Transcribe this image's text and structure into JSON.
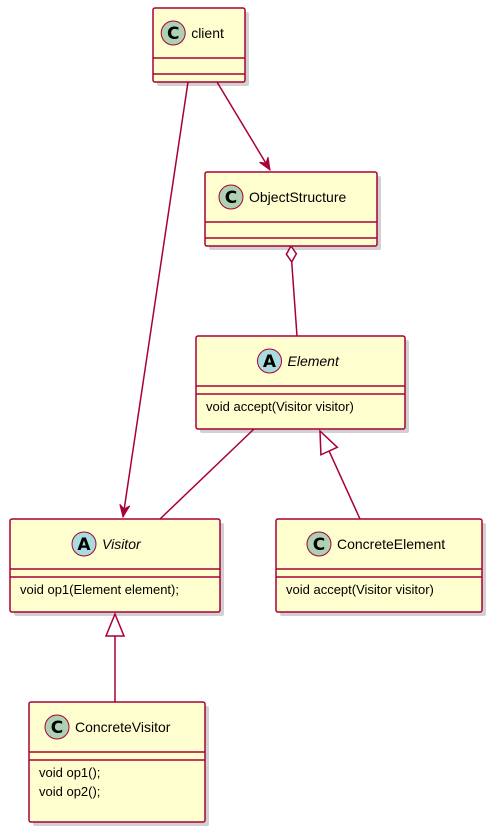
{
  "diagram": {
    "classes": {
      "client": {
        "kind": "C",
        "name": "client",
        "abstract": false,
        "members": []
      },
      "object_structure": {
        "kind": "C",
        "name": "ObjectStructure",
        "abstract": false,
        "members": []
      },
      "element": {
        "kind": "A",
        "name": "Element",
        "abstract": true,
        "members": [
          "void accept(Visitor visitor)"
        ]
      },
      "visitor": {
        "kind": "A",
        "name": "Visitor",
        "abstract": true,
        "members": [
          "void op1(Element element);"
        ]
      },
      "concrete_element": {
        "kind": "C",
        "name": "ConcreteElement",
        "abstract": false,
        "members": [
          "void accept(Visitor visitor)"
        ]
      },
      "concrete_visitor": {
        "kind": "C",
        "name": "ConcreteVisitor",
        "abstract": false,
        "members": [
          "void op1();",
          "void op2();"
        ]
      }
    },
    "relations": [
      {
        "from": "client",
        "to": "object_structure",
        "type": "association"
      },
      {
        "from": "client",
        "to": "visitor",
        "type": "association"
      },
      {
        "from": "object_structure",
        "to": "element",
        "type": "aggregation"
      },
      {
        "from": "element",
        "to": "visitor",
        "type": "line"
      },
      {
        "from": "concrete_element",
        "to": "element",
        "type": "generalization"
      },
      {
        "from": "concrete_visitor",
        "to": "visitor",
        "type": "generalization"
      }
    ],
    "colors": {
      "class_fill": "#FEFECE",
      "border": "#A80036",
      "class_stereotype": "#ADD1B2",
      "abstract_stereotype": "#A9DCDF"
    }
  }
}
